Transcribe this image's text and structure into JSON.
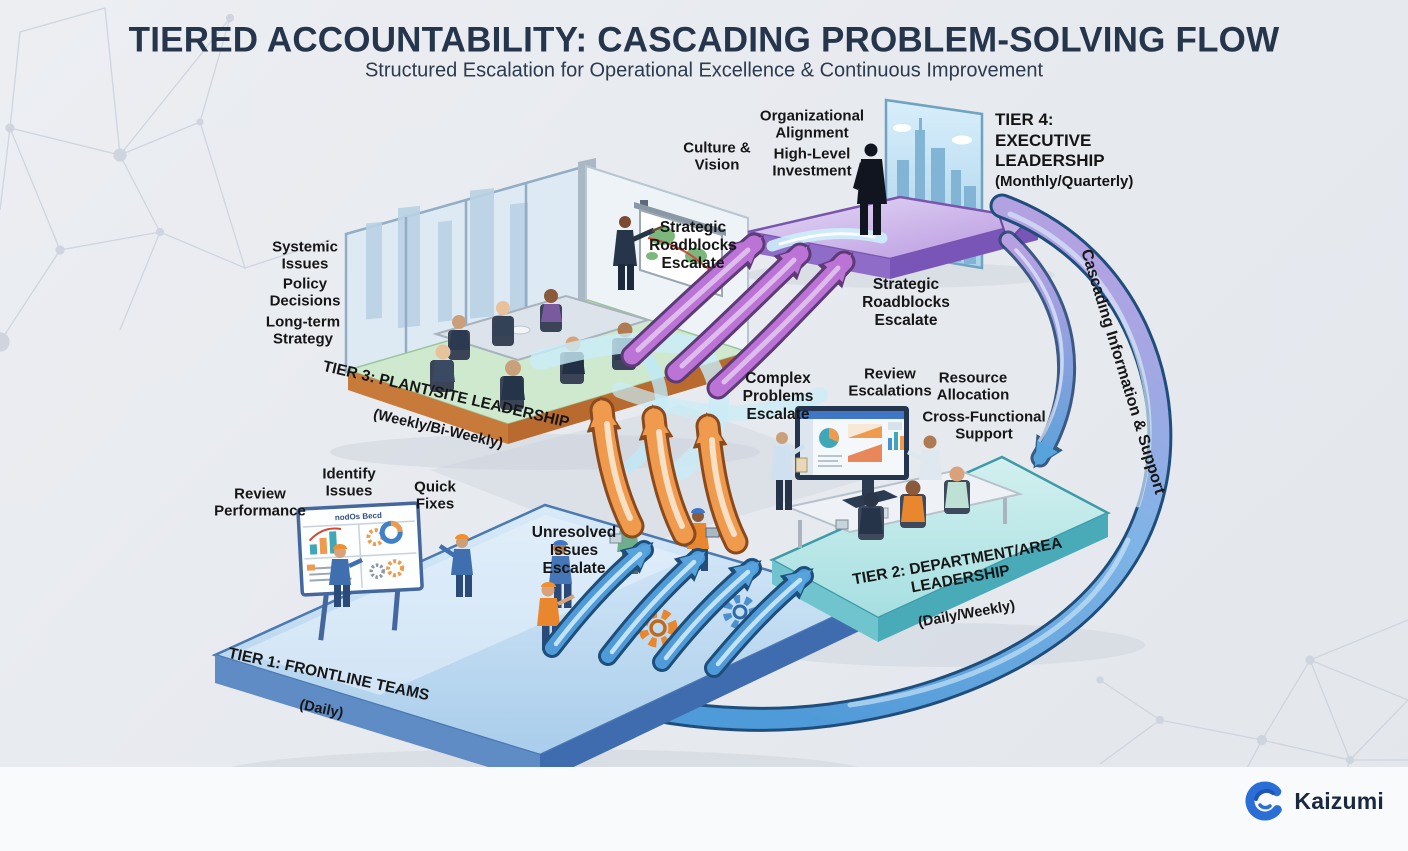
{
  "header": {
    "title": "TIERED ACCOUNTABILITY: CASCADING PROBLEM-SOLVING FLOW",
    "subtitle": "Structured Escalation for Operational Excellence & Continuous Improvement"
  },
  "tiers": {
    "t1": {
      "caption": "TIER 1: FRONTLINE TEAMS",
      "cadence": "(Daily)"
    },
    "t2": {
      "caption": "TIER 2: DEPARTMENT/AREA\nLEADERSHIP",
      "cadence": "(Daily/Weekly)"
    },
    "t3": {
      "caption": "TIER 3: PLANT/SITE LEADERSHIP",
      "cadence": "(Weekly/Bi-Weekly)"
    },
    "t4": {
      "caption": "TIER 4:\nEXECUTIVE\nLEADERSHIP",
      "cadence": "(Monthly/Quarterly)"
    }
  },
  "act": {
    "review_performance": "Review\nPerformance",
    "identify_issues": "Identify\nIssues",
    "quick_fixes": "Quick\nFixes",
    "review_escalations": "Review\nEscalations",
    "resource_allocation": "Resource\nAllocation",
    "cross_functional_support": "Cross-Functional\nSupport",
    "systemic_issues": "Systemic\nIssues",
    "policy_decisions": "Policy\nDecisions",
    "long_term_strategy": "Long-term\nStrategy",
    "culture_vision": "Culture &\nVision",
    "org_alignment": "Organizational\nAlignment",
    "high_level_investment": "High-Level\nInvestment"
  },
  "esc": {
    "unresolved": "Unresolved\nIssues\nEscalate",
    "complex": "Complex\nProblems\nEscalate",
    "strategic": "Strategic\nRoadblocks\nEscalate"
  },
  "cascade": {
    "label": "Cascading Information & Support"
  },
  "board": {
    "title": "nodOs Becd"
  },
  "footer": {
    "brand": "Kaizumi"
  },
  "colors": {
    "title_navy": "#25364c",
    "escalate_tier1_to_2": "#4f9ad8",
    "escalate_tier2_to_3": "#ef9a4d",
    "escalate_tier3_to_4": "#bb74d6",
    "cascade_top": "#b7a0e2",
    "cascade_bottom": "#4f9ad8",
    "brand_blue": "#2b6fd6"
  }
}
